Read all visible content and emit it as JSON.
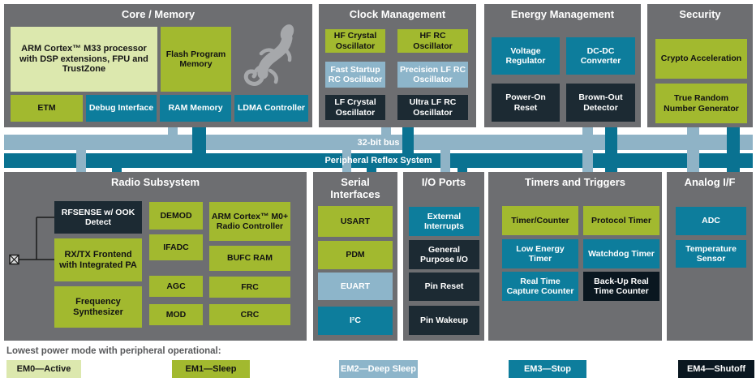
{
  "palette": {
    "section_bg": "#6d6e71",
    "em0_active": "#dce8ae",
    "em1_sleep": "#a2b92f",
    "em2_deep_sleep": "#8db5ca",
    "em3_stop": "#0d7d9c",
    "em4_shutoff": "#1c2a33",
    "em4_shutoff_deep": "#0a1720",
    "bus_light": "#8fb3c6",
    "bus_dark": "#0a7291",
    "gecko_gray": "#a6a8ab"
  },
  "buses": {
    "bus32": "32-bit bus",
    "prs": "Peripheral Reflex System"
  },
  "sections": {
    "core": {
      "title": "Core / Memory",
      "m33": "ARM Cortex™ M33 processor with DSP extensions, FPU and TrustZone",
      "flash": "Flash Program Memory",
      "etm": "ETM",
      "debug": "Debug Interface",
      "ram": "RAM Memory",
      "ldma": "LDMA Controller"
    },
    "clock": {
      "title": "Clock Management",
      "hfxo": "HF Crystal Oscillator",
      "hfrco": "HF RC Oscillator",
      "fsrco": "Fast Startup RC Oscillator",
      "plfrco": "Precision LF RC Oscillator",
      "lfxo": "LF Crystal Oscillator",
      "ulfrco": "Ultra LF RC Oscillator"
    },
    "energy": {
      "title": "Energy Management",
      "vreg": "Voltage Regulator",
      "dcdc": "DC-DC Converter",
      "por": "Power-On Reset",
      "bod": "Brown-Out Detector"
    },
    "security": {
      "title": "Security",
      "crypto": "Crypto Acceleration",
      "trng": "True Random Number Generator"
    },
    "radio": {
      "title": "Radio Subsystem",
      "rfsense": "RFSENSE w/ OOK Detect",
      "rxtx": "RX/TX Frontend with Integrated PA",
      "synth": "Frequency Synthesizer",
      "demod": "DEMOD",
      "ifadc": "IFADC",
      "agc": "AGC",
      "mod": "MOD",
      "m0": "ARM Cortex™ M0+ Radio Controller",
      "bufc": "BUFC RAM",
      "frc": "FRC",
      "crc": "CRC"
    },
    "serial": {
      "title": "Serial Interfaces",
      "usart": "USART",
      "pdm": "PDM",
      "euart": "EUART",
      "i2c": "I²C"
    },
    "io": {
      "title": "I/O Ports",
      "extint": "External Interrupts",
      "gpio": "General Purpose I/O",
      "pinreset": "Pin Reset",
      "pinwake": "Pin Wakeup"
    },
    "timers": {
      "title": "Timers and Triggers",
      "tc": "Timer/Counter",
      "proto": "Protocol Timer",
      "letimer": "Low Energy Timer",
      "wdog": "Watchdog Timer",
      "rtcc": "Real Time Capture Counter",
      "burtc": "Back-Up Real Time Counter"
    },
    "analog": {
      "title": "Analog I/F",
      "adc": "ADC",
      "temp": "Temperature Sensor"
    }
  },
  "legend": {
    "caption": "Lowest power mode with peripheral operational:",
    "items": [
      {
        "label": "EM0—Active"
      },
      {
        "label": "EM1—Sleep"
      },
      {
        "label": "EM2—Deep Sleep"
      },
      {
        "label": "EM3—Stop"
      },
      {
        "label": "EM4—Shutoff"
      }
    ]
  }
}
